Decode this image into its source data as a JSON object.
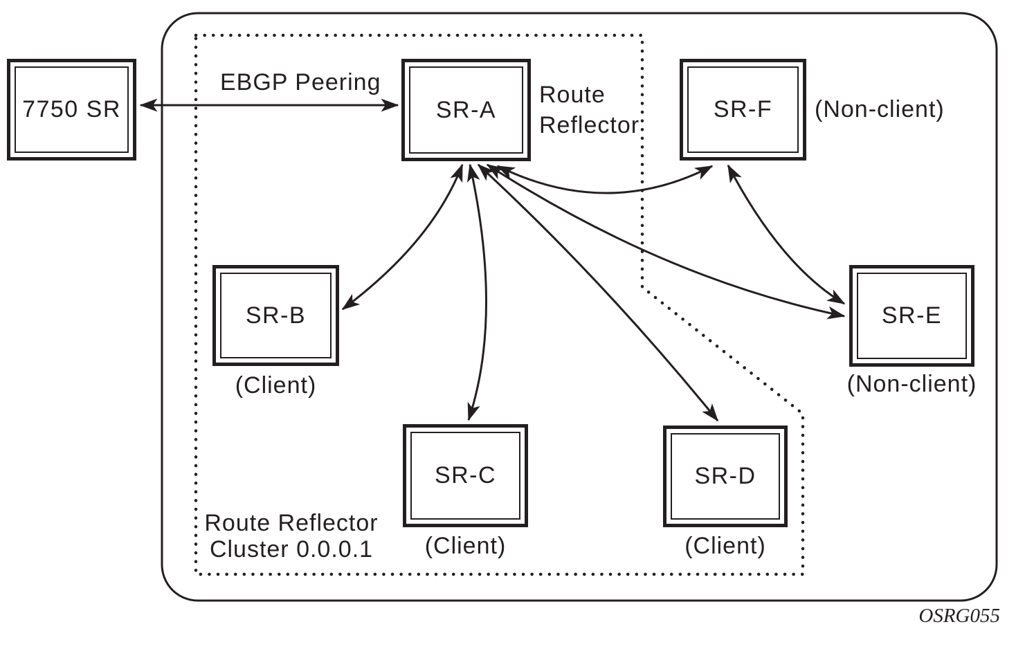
{
  "diagram": {
    "figure_code": "OSRG055",
    "ebgp_label": "EBGP Peering",
    "cluster": {
      "label_line1": "Route Reflector",
      "label_line2": "Cluster 0.0.0.1"
    },
    "route_reflector_annotation": {
      "line1": "Route",
      "line2": "Reflector"
    },
    "nodes": [
      {
        "id": "7750-sr",
        "label": "7750 SR",
        "role": ""
      },
      {
        "id": "sr-a",
        "label": "SR-A",
        "role": "Route Reflector"
      },
      {
        "id": "sr-b",
        "label": "SR-B",
        "role": "(Client)"
      },
      {
        "id": "sr-c",
        "label": "SR-C",
        "role": "(Client)"
      },
      {
        "id": "sr-d",
        "label": "SR-D",
        "role": "(Client)"
      },
      {
        "id": "sr-e",
        "label": "SR-E",
        "role": "(Non-client)"
      },
      {
        "id": "sr-f",
        "label": "SR-F",
        "role": "(Non-client)"
      }
    ],
    "edges": [
      {
        "from": "7750-sr",
        "to": "sr-a",
        "label": "EBGP Peering",
        "bidirectional": true
      },
      {
        "from": "sr-a",
        "to": "sr-b",
        "bidirectional": true
      },
      {
        "from": "sr-a",
        "to": "sr-c",
        "bidirectional": true
      },
      {
        "from": "sr-a",
        "to": "sr-d",
        "bidirectional": true
      },
      {
        "from": "sr-a",
        "to": "sr-e",
        "bidirectional": true
      },
      {
        "from": "sr-a",
        "to": "sr-f",
        "bidirectional": true
      },
      {
        "from": "sr-f",
        "to": "sr-e",
        "bidirectional": true
      }
    ],
    "colors": {
      "line": "#231f20",
      "background": "#ffffff"
    }
  }
}
